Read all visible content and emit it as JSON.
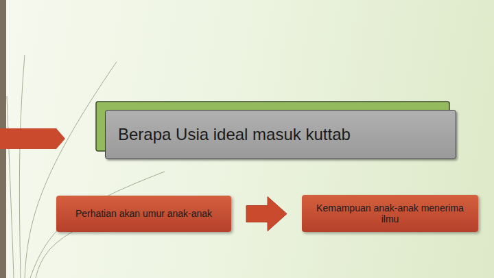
{
  "diagram": {
    "nodes": [
      {
        "text": [
          "Berapa Usia ideal masuk kuttab"
        ]
      },
      {
        "text": [
          "Perhatian akan umur anak-anak"
        ]
      },
      {
        "text": [
          "Kemampuan anak-anak menerima ilmu"
        ]
      }
    ],
    "edges": [
      {
        "from": 1,
        "to": 2,
        "arrow": "to"
      }
    ]
  }
}
